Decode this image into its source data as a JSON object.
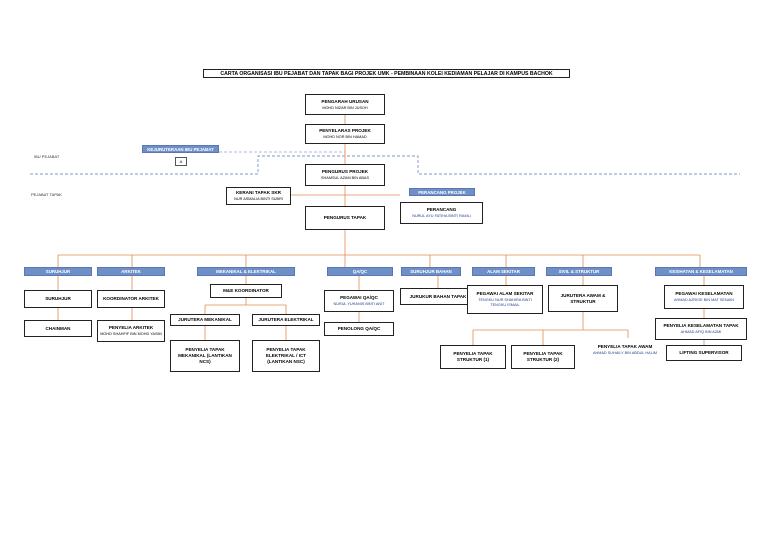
{
  "title": "CARTA ORGANISASI IBU PEJABAT DAN TAPAK BAGI PROJEK UMK - PEMBINAAN KOLEI KEDIAMAN PELAJAR DI KAMPUS BACHOK",
  "region_labels": {
    "hq": "IBU PEJABAT",
    "site": "PEJABAT TAPAK"
  },
  "colors": {
    "header_blue": "#6f8fc9",
    "connector_orange": "#e58a4e",
    "dashed_blue": "#5a78b0"
  },
  "top": {
    "pengarah": {
      "title": "PENGARAH URUSAN",
      "name": "MOHD NIZAR BIN JUSOH"
    },
    "penyelaras": {
      "title": "PENYELARAS PROJEK",
      "name": "MOHD NOR BIN HAMAD"
    },
    "kejuruteraan_header": "KEJURUTERAAN IBU PEJABAT",
    "kejuruteraan_tag": "A",
    "pengurus_projek": {
      "title": "PENGURUS PROJEK",
      "name": "SHAMSUL AZAM BIN ABAS"
    },
    "kerani": {
      "title": "KERANI TAPAK SKR",
      "name": "NUR ASMALIA BINTI SUBRI"
    },
    "perancang_header": "PERANCANG PROJEK",
    "perancang": {
      "title": "PERANCANG",
      "name": "NURUL AYU FATIHA BINTI RAMLI"
    },
    "pengurus_tapak": {
      "title": "PENGURUS TAPAK"
    }
  },
  "departments": {
    "headers": [
      "SURUHJUR",
      "ARKITEK",
      "MEKANIKAL & ELEKTRIKAL",
      "QA/QC",
      "SURUHJUR BAHAN",
      "ALAM SEKITAR",
      "SIVIL & STRUKTUR",
      "KESIHATAN & KESELAMATAN"
    ],
    "suruhjur": [
      {
        "title": "SURUHJUR"
      },
      {
        "title": "CHAINMAN"
      }
    ],
    "arkitek": [
      {
        "title": "KOORDINATOR ARKITEK"
      },
      {
        "title": "PENYELIA ARKITEK",
        "name": "MOHD SHAHFIF BIN MOHD YASIM"
      }
    ],
    "me": {
      "koordinator": "M&E KOORDINATOR",
      "jm": "JURUTERA MEKANIKAL",
      "je": "JURUTERA ELEKTRIKAL",
      "pm": "PENYELIA TAPAK MEKANIKAL (LANTIKAN NCS)",
      "pe": "PENYELIA TAPAK ELEKTRIKAL / ICT (LANTIKAN NSC)"
    },
    "qaqc": [
      {
        "title": "PEGAWAI QA/QC",
        "name": "NURUL YUHANIS BINTI ANIT"
      },
      {
        "title": "PENOLONG QA/QC"
      }
    ],
    "bahan": [
      {
        "title": "JURUKUR BAHAN TAPAK"
      }
    ],
    "alam": [
      {
        "title": "PEGAWAI ALAM SEKITAR",
        "name": "TENGKU NUR SHAHIRA BINTI TENGKU ISMAIL"
      }
    ],
    "sivil": {
      "jurutera": "JURUTERA AWAM & STRUKTUR",
      "p1": "PENYELIA TAPAK STRUKTUR (1)",
      "p2": "PENYELIA TAPAK STRUKTUR (2)",
      "p3": {
        "title": "PENYELIA TAPAK AWAM",
        "name": "AHMAD SUHAILY BIN ABDUL HALIM"
      }
    },
    "kk": [
      {
        "title": "PEGAWAI KESELAMATAN",
        "name": "AHMAD AZRIGE BIN MAT SENAIN"
      },
      {
        "title": "PENYELIA KESELAMATAN TAPAK",
        "name": "AHMAD AFIQ BIN AZMI"
      },
      {
        "title": "LIFTING SUPERVISOR"
      }
    ]
  }
}
